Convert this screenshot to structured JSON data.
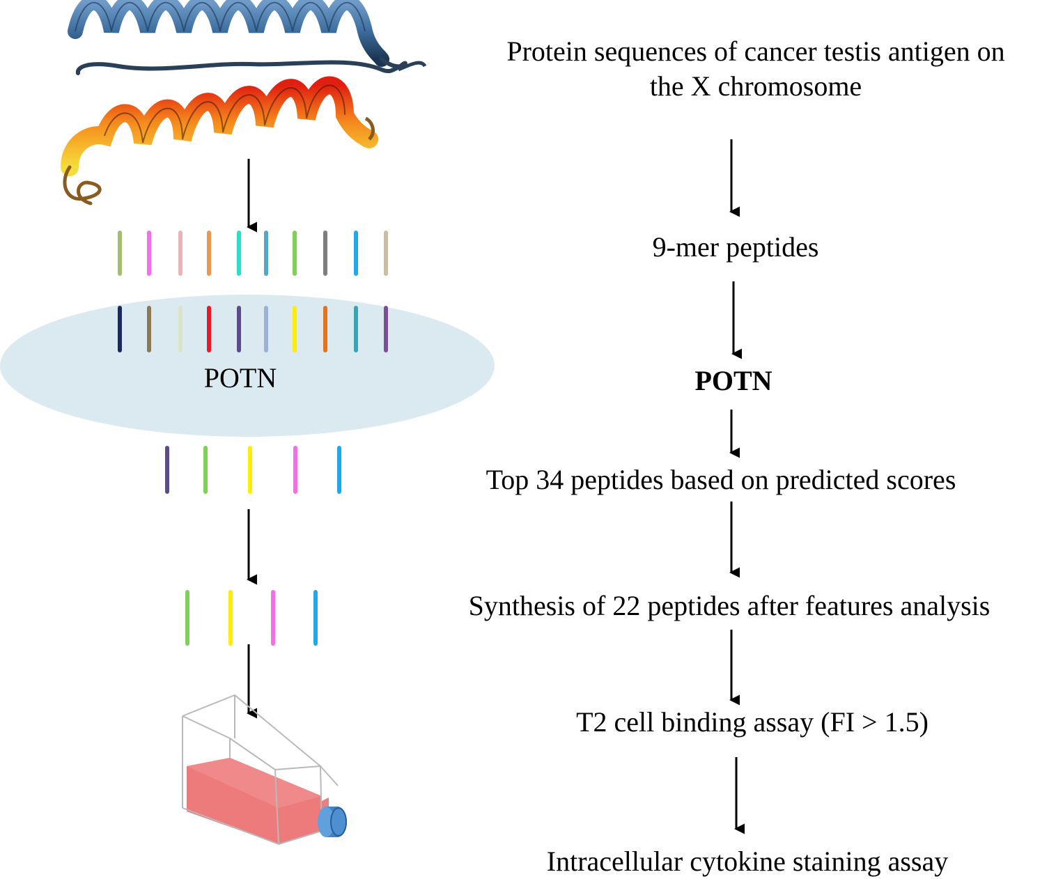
{
  "steps": [
    {
      "id": "protein",
      "text_line1": "Protein sequences of cancer testis antigen on",
      "text_line2": "the X chromosome"
    },
    {
      "id": "ninemer",
      "text": "9-mer peptides"
    },
    {
      "id": "potn",
      "text": "POTN"
    },
    {
      "id": "top34",
      "text": "Top 34 peptides based on predicted scores"
    },
    {
      "id": "synthesis",
      "text": "Synthesis of 22 peptides after features analysis"
    },
    {
      "id": "t2",
      "text": "T2 cell binding assay (FI > 1.5)"
    },
    {
      "id": "ics",
      "text": "Intracellular cytokine staining assay"
    }
  ],
  "ellipse_label": "POTN",
  "colors": {
    "ellipse_fill": "#dbeaf1",
    "arrow": "#000000",
    "helix_blue": "#3d6e9e",
    "helix_orange": "#e8581c",
    "helix_yellow": "#f2d23a",
    "flask_fill": "#ee7b7b",
    "cap": "#3f82c4"
  },
  "peptide_rows": {
    "row1": [
      "#a3be6c",
      "#f26fe8",
      "#e8b6b6",
      "#f0954b",
      "#27e0c8",
      "#4ea8c6",
      "#7fd155",
      "#7e7e7e",
      "#1fa8ea",
      "#c8bea0"
    ],
    "row2": [
      "#1a2a5e",
      "#8b7b55",
      "#d9e4c9",
      "#e51c24",
      "#5e4b8a",
      "#9ab2d9",
      "#ffee00",
      "#e3731e",
      "#3aa4b7",
      "#7a4f96"
    ],
    "row3": [
      "#5e4b8a",
      "#7fd155",
      "#ffee00",
      "#f26fe8",
      "#1fa8ea"
    ],
    "row4": [
      "#7fd155",
      "#ffee00",
      "#f26fe8",
      "#1fa8ea"
    ]
  }
}
